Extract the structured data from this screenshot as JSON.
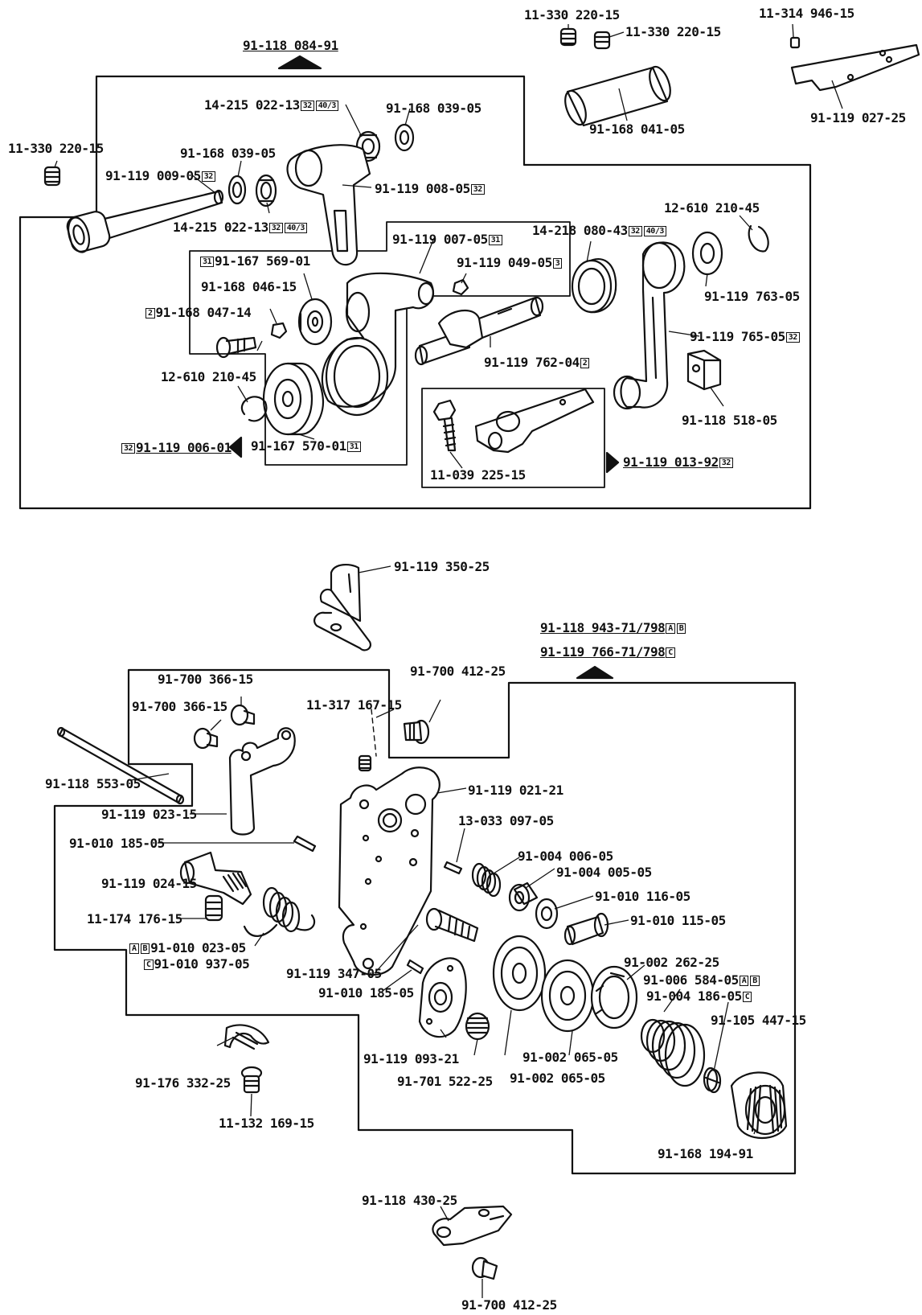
{
  "labels": [
    {
      "text": "11-330 220-15",
      "tags": []
    },
    {
      "text": "11-330 220-15",
      "tags": []
    },
    {
      "text": "11-314 946-15",
      "tags": []
    },
    {
      "text": "91-118 084-91",
      "tags": []
    },
    {
      "text": "14-215 022-13",
      "tags": [
        "32",
        "40/3"
      ]
    },
    {
      "text": "91-168 039-05",
      "tags": []
    },
    {
      "text": "91-168 041-05",
      "tags": []
    },
    {
      "text": "91-119 027-25",
      "tags": []
    },
    {
      "text": "11-330 220-15",
      "tags": []
    },
    {
      "text": "91-168 039-05",
      "tags": []
    },
    {
      "text": "91-119 009-05",
      "tags": [
        "32"
      ]
    },
    {
      "text": "91-119 008-05",
      "tags": [
        "32"
      ]
    },
    {
      "text": "14-215 022-13",
      "tags": [
        "32",
        "40/3"
      ]
    },
    {
      "text": "12-610 210-45",
      "tags": []
    },
    {
      "text": "91-119 007-05",
      "tags": [
        "31"
      ]
    },
    {
      "text": "14-218 080-43",
      "tags": [
        "32",
        "40/3"
      ]
    },
    {
      "text": "91-167 569-01",
      "tags": [
        "31"
      ]
    },
    {
      "text": "91-119 049-05",
      "tags": [
        "3"
      ]
    },
    {
      "text": "91-119 763-05",
      "tags": []
    },
    {
      "text": "91-168 046-15",
      "tags": []
    },
    {
      "text": "91-168 047-14",
      "tags": [
        "2"
      ]
    },
    {
      "text": "91-119 765-05",
      "tags": [
        "32"
      ]
    },
    {
      "text": "91-119 762-04",
      "tags": [
        "2"
      ]
    },
    {
      "text": "12-610 210-45",
      "tags": []
    },
    {
      "text": "91-118 518-05",
      "tags": []
    },
    {
      "text": "91-119 006-01",
      "tags": [
        "32"
      ]
    },
    {
      "text": "91-167 570-01",
      "tags": [
        "31"
      ]
    },
    {
      "text": "91-119 013-92",
      "tags": [
        "32"
      ]
    },
    {
      "text": "11-039 225-15",
      "tags": []
    },
    {
      "text": "91-119 350-25",
      "tags": []
    },
    {
      "text": "91-118 943-71/798",
      "tags": [
        "A",
        "B"
      ]
    },
    {
      "text": "91-119 766-71/798",
      "tags": [
        "C"
      ]
    },
    {
      "text": "91-700 366-15",
      "tags": []
    },
    {
      "text": "91-700 412-25",
      "tags": []
    },
    {
      "text": "91-700 366-15",
      "tags": []
    },
    {
      "text": "11-317 167-15",
      "tags": []
    },
    {
      "text": "91-118 553-05",
      "tags": []
    },
    {
      "text": "91-119 021-21",
      "tags": []
    },
    {
      "text": "91-119 023-15",
      "tags": []
    },
    {
      "text": "13-033 097-05",
      "tags": []
    },
    {
      "text": "91-010 185-05",
      "tags": []
    },
    {
      "text": "91-004 006-05",
      "tags": []
    },
    {
      "text": "91-004 005-05",
      "tags": []
    },
    {
      "text": "91-119 024-15",
      "tags": []
    },
    {
      "text": "91-010 116-05",
      "tags": []
    },
    {
      "text": "11-174 176-15",
      "tags": []
    },
    {
      "text": "91-010 115-05",
      "tags": []
    },
    {
      "text": "91-010 023-05",
      "tags": [
        "A",
        "B"
      ]
    },
    {
      "text": "91-010 937-05",
      "tags": [
        "C"
      ]
    },
    {
      "text": "91-002 262-25",
      "tags": []
    },
    {
      "text": "91-119 347-05",
      "tags": []
    },
    {
      "text": "91-006 584-05",
      "tags": [
        "A",
        "B"
      ]
    },
    {
      "text": "91-010 185-05",
      "tags": []
    },
    {
      "text": "91-004 186-05",
      "tags": [
        "C"
      ]
    },
    {
      "text": "91-105 447-15",
      "tags": []
    },
    {
      "text": "91-119 093-21",
      "tags": []
    },
    {
      "text": "91-002 065-05",
      "tags": []
    },
    {
      "text": "91-701 522-25",
      "tags": []
    },
    {
      "text": "91-002 065-05",
      "tags": []
    },
    {
      "text": "91-176 332-25",
      "tags": []
    },
    {
      "text": "11-132 169-15",
      "tags": []
    },
    {
      "text": "91-168 194-91",
      "tags": []
    },
    {
      "text": "91-118 430-25",
      "tags": []
    },
    {
      "text": "91-700 412-25",
      "tags": []
    }
  ]
}
